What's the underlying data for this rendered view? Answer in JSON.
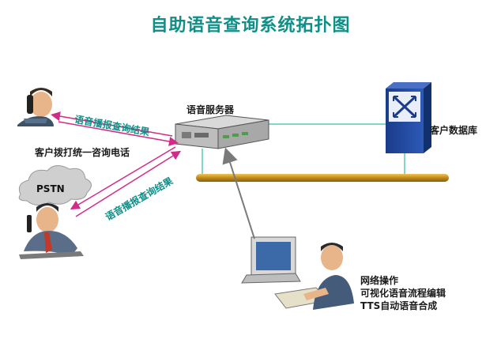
{
  "title": "自助语音查询系统拓扑图",
  "labels": {
    "voice_server": "语音服务器",
    "customer_db": "客户数据库",
    "customer_call": "客户拨打统一咨询电话",
    "voice_broadcast_top": "语音播报查询结果",
    "voice_broadcast_bottom": "语音播报查询结果",
    "pstn": "PSTN"
  },
  "operator_notes": [
    "网络操作",
    "可视化语音流程编辑",
    "TTS自动语音合成"
  ],
  "colors": {
    "title": "#0f8f88",
    "network_bus": "#c08a1a",
    "call_lines": "#d22c8a",
    "link_lines": "#7fd8c8"
  }
}
